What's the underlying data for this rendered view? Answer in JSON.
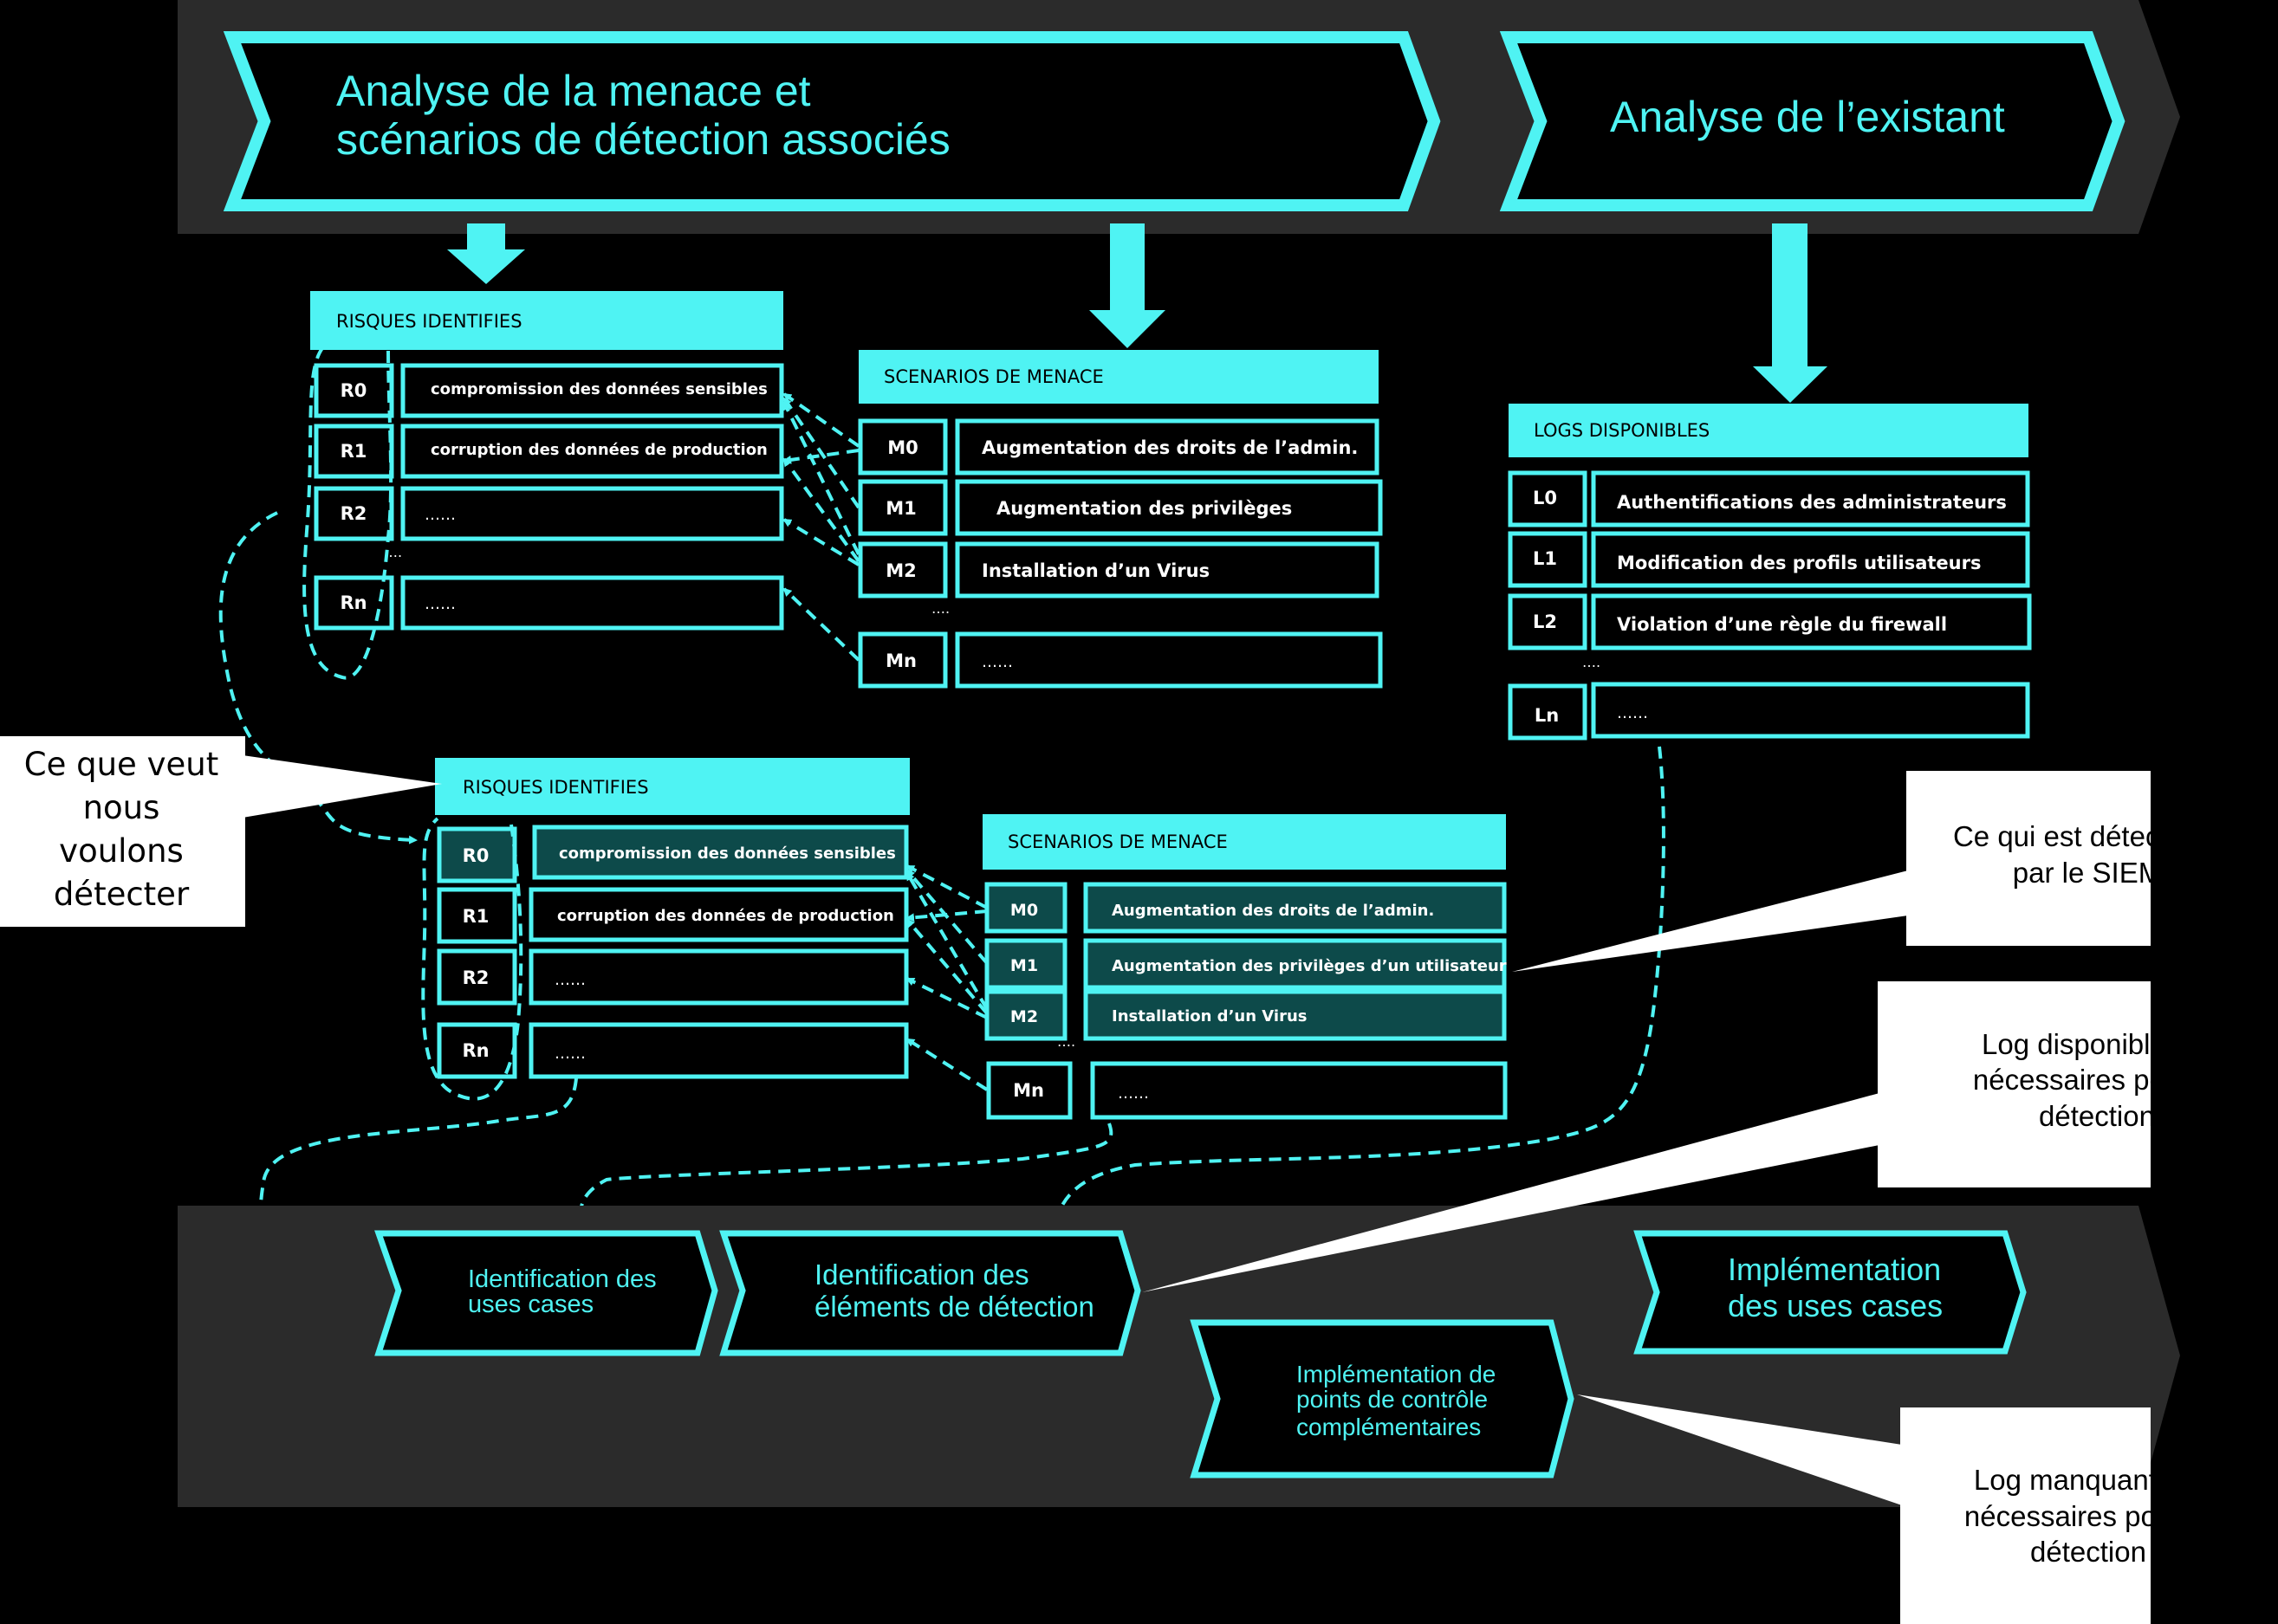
{
  "colors": {
    "background": "#000000",
    "band": "#2b2b2b",
    "accent": "#4ff3f3",
    "accent_text": "#4ff3f3",
    "filled_cell": "#0d4a4a",
    "callout_bg": "#ffffff"
  },
  "top_band": {
    "step1": {
      "line1": "Analyse de la menace et",
      "line2": "scénarios de détection associés"
    },
    "step2": {
      "label": "Analyse de l’existant"
    }
  },
  "bottom_band": {
    "step_use_cases": {
      "line1": "Identification des",
      "line2": "uses cases"
    },
    "step_elements": {
      "line1": "Identification des",
      "line2": "éléments de détection"
    },
    "step_impl_uc": {
      "line1": "Implémentation",
      "line2": "des uses cases"
    },
    "step_impl_ctrl": {
      "line1": "Implémentation de",
      "line2": "points de contrôle",
      "line3": "complémentaires"
    }
  },
  "top_risks": {
    "header": "RISQUES IDENTIFIES",
    "ellipsis": "….",
    "rows": [
      {
        "id": "R0",
        "text": "compromission des données sensibles"
      },
      {
        "id": "R1",
        "text": "corruption des données de production"
      },
      {
        "id": "R2",
        "text": "……"
      },
      {
        "id": "Rn",
        "text": "……"
      }
    ]
  },
  "top_scenarios": {
    "header": "SCENARIOS DE MENACE",
    "ellipsis": "….",
    "rows": [
      {
        "id": "M0",
        "text": "Augmentation des droits de l’admin."
      },
      {
        "id": "M1",
        "text": "Augmentation des privilèges"
      },
      {
        "id": "M2",
        "text": "Installation d’un Virus"
      },
      {
        "id": "Mn",
        "text": "……"
      }
    ]
  },
  "logs": {
    "header": "LOGS DISPONIBLES",
    "ellipsis": "….",
    "rows": [
      {
        "id": "L0",
        "text": "Authentifications des administrateurs"
      },
      {
        "id": "L1",
        "text": "Modification des profils utilisateurs"
      },
      {
        "id": "L2",
        "text": "Violation d’une règle du firewall"
      },
      {
        "id": "Ln",
        "text": "……"
      }
    ]
  },
  "mid_risks": {
    "header": "RISQUES IDENTIFIES",
    "rows": [
      {
        "id": "R0",
        "text": "compromission des données sensibles"
      },
      {
        "id": "R1",
        "text": "corruption des données de production"
      },
      {
        "id": "R2",
        "text": "……"
      },
      {
        "id": "Rn",
        "text": "……"
      }
    ]
  },
  "mid_scenarios": {
    "header": "SCENARIOS DE MENACE",
    "ellipsis": "….",
    "rows": [
      {
        "id": "M0",
        "text": "Augmentation des droits de l’admin."
      },
      {
        "id": "M1",
        "text": "Augmentation des privilèges d’un utilisateur"
      },
      {
        "id": "M2",
        "text": "Installation d’un Virus"
      },
      {
        "id": "Mn",
        "text": "……"
      }
    ]
  },
  "callouts": {
    "want_detect": {
      "l1": "Ce que veut",
      "l2": "nous",
      "l3": "voulons",
      "l4": "détecter"
    },
    "siem": {
      "l1": "Ce qui est détectable",
      "l2": "par le SIEM"
    },
    "logs_avail": {
      "l1": "Log disponibles et",
      "l2": "nécessaires pour la",
      "l3": "détection"
    },
    "logs_missing": {
      "l1": "Log manquants et",
      "l2": "nécessaires pour la",
      "l3": "détection"
    }
  }
}
